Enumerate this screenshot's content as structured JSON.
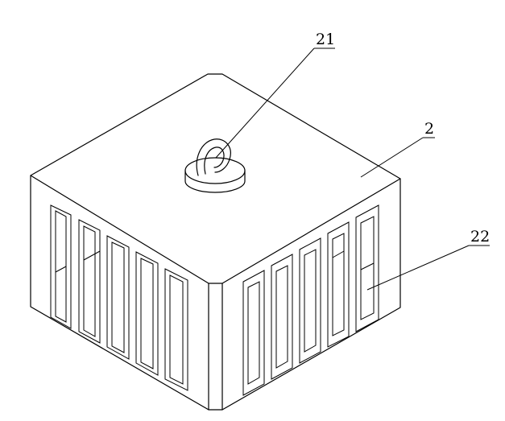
{
  "labels": {
    "handle": "21",
    "housing": "2",
    "vents": "22"
  }
}
